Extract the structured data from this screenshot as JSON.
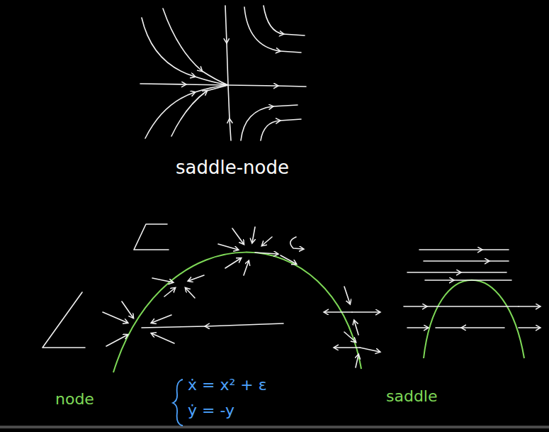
{
  "diagram": {
    "labels": [
      "saddle-node",
      "node",
      "ẋ = x² + ε",
      "ẏ = -y",
      "saddle"
    ]
  }
}
